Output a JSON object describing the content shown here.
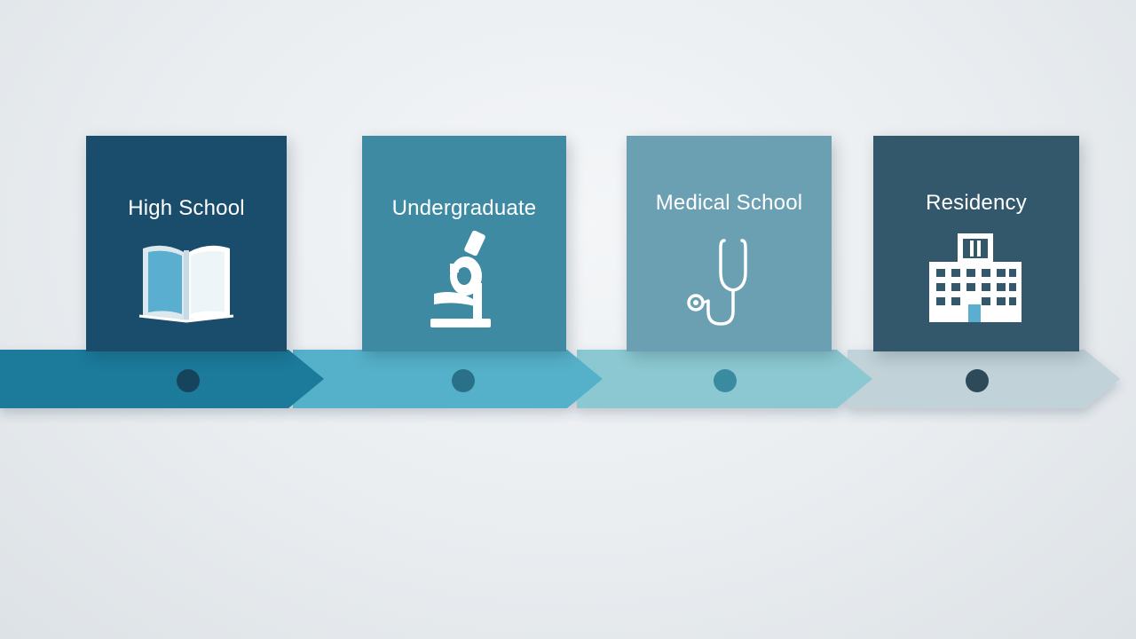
{
  "stages": [
    {
      "label": "High School",
      "icon": "open-book-icon"
    },
    {
      "label": "Undergraduate",
      "icon": "microscope-icon"
    },
    {
      "label": "Medical School",
      "icon": "stethoscope-icon"
    },
    {
      "label": "Residency",
      "icon": "hospital-icon"
    }
  ],
  "colors": {
    "card_1": "#1a4d6b",
    "card_2": "#3f8aa3",
    "card_3": "#6ba0b3",
    "card_4": "#34586b",
    "arrow_1": "#1d7a9b",
    "arrow_2": "#55b1c9",
    "arrow_3": "#8cc8d1",
    "arrow_4": "#c1d2d8",
    "marker_1": "#16445d",
    "marker_2": "#2b7089",
    "marker_3": "#3a8aa0",
    "marker_4": "#2c4a5a"
  }
}
